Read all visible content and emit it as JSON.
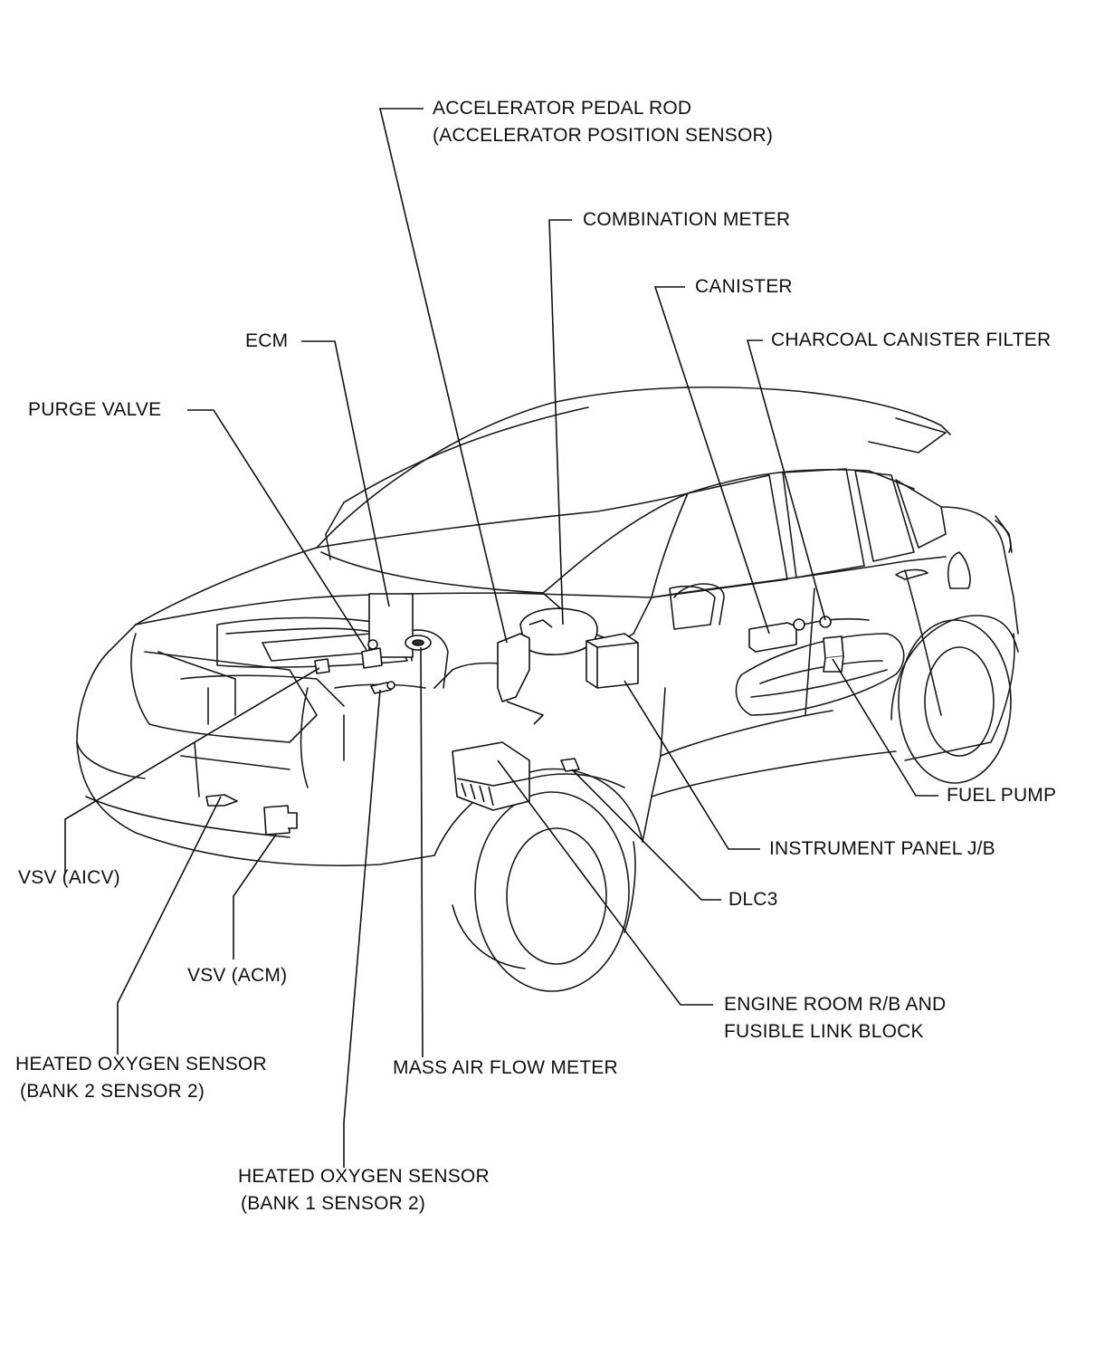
{
  "labels": {
    "accelerator_pedal_rod": [
      "ACCELERATOR PEDAL ROD",
      "(ACCELERATOR POSITION SENSOR)"
    ],
    "combination_meter": "COMBINATION METER",
    "canister": "CANISTER",
    "charcoal_canister_filter": "CHARCOAL CANISTER FILTER",
    "ecm": "ECM",
    "purge_valve": "PURGE VALVE",
    "fuel_pump": "FUEL PUMP",
    "instrument_panel_jb": "INSTRUMENT PANEL J/B",
    "dlc3": "DLC3",
    "engine_room_rb": [
      "ENGINE ROOM R/B AND",
      "FUSIBLE LINK BLOCK"
    ],
    "mass_air_flow_meter": "MASS AIR FLOW METER",
    "vsv_aicv": "VSV (AICV)",
    "vsv_acm": "VSV (ACM)",
    "heated_o2_bank2": [
      "HEATED OXYGEN SENSOR",
      "(BANK 2 SENSOR 2)"
    ],
    "heated_o2_bank1": [
      "HEATED OXYGEN SENSOR",
      "(BANK 1 SENSOR 2)"
    ]
  },
  "colors": {
    "line": "#111111",
    "background": "#ffffff"
  }
}
